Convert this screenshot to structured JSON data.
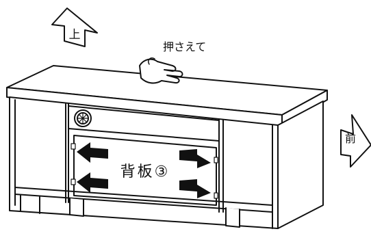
{
  "labels": {
    "up": "上",
    "front": "前",
    "press": "押さえて",
    "panel": "背板③"
  },
  "colors": {
    "line": "#111111",
    "paper": "#ffffff"
  },
  "icons": {
    "up_arrow": "up-arrow-icon",
    "front_arrow": "front-arrow-icon",
    "hand": "hand-icon",
    "vent": "vent-icon",
    "push_arrows": "push-arrow-icon"
  }
}
